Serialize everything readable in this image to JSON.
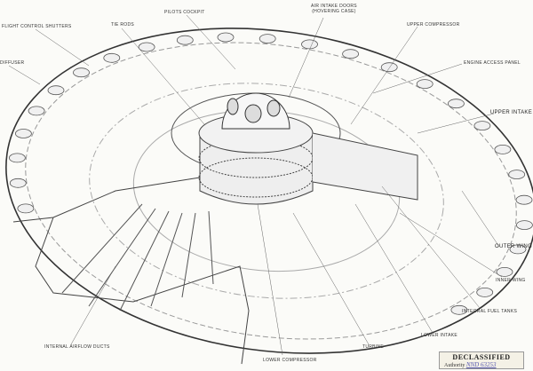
{
  "labels": {
    "flight_control_shutters": "FLIGHT CONTROL SHUTTERS",
    "tie_rods": "TIE RODS",
    "pilots_cockpit": "PILOTS COCKPIT",
    "air_intake_doors": "AIR INTAKE DOORS",
    "air_intake_doors_sub": "(HOVERING CASE)",
    "upper_compressor": "UPPER COMPRESSOR",
    "engine_access_panel": "ENGINE ACCESS PANEL",
    "upper_intake": "UPPER INTAKE",
    "diffuser": "DIFFUSER",
    "outer_wing": "OUTER WING",
    "inner_wing": "INNER WING",
    "integral_fuel_tanks": "INTEGRAL FUEL TANKS",
    "lower_intake": "LOWER INTAKE",
    "turbine": "TURBINE",
    "lower_compressor": "LOWER COMPRESSOR",
    "internal_airflow_ducts": "INTERNAL AIRFLOW DUCTS"
  },
  "stamp": {
    "title": "DECLASSIFIED",
    "authority_label": "Authority",
    "authority_value": "NND 63253"
  }
}
